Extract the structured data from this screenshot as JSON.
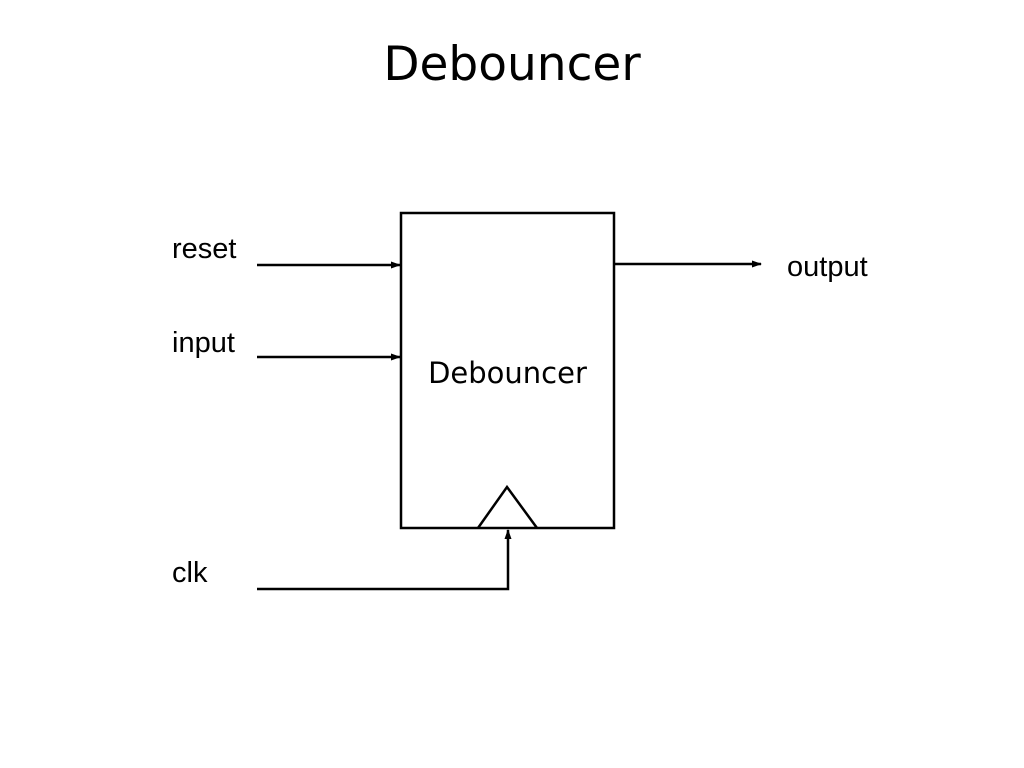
{
  "slide": {
    "title": "Debouncer"
  },
  "diagram": {
    "block": {
      "label": "Debouncer"
    },
    "ports": {
      "reset": "reset",
      "input": "input",
      "clk": "clk",
      "output": "output"
    },
    "colors": {
      "stroke": "#000000",
      "background": "#ffffff"
    }
  }
}
